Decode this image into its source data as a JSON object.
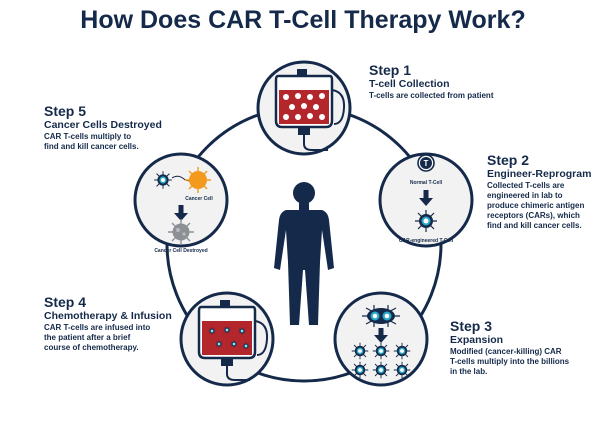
{
  "title": "How Does CAR T-Cell Therapy Work?",
  "steps": [
    {
      "label": "Step 1",
      "subtitle": "T-cell Collection",
      "description": "T-cells are collected from patient"
    },
    {
      "label": "Step 2",
      "subtitle": "Engineer-Reprogram",
      "description_lines": [
        "Collected T-cells are",
        "engineered in lab to",
        "produce chimeric antigen",
        "receptors (CARs), which",
        "find and kill cancer cells."
      ]
    },
    {
      "label": "Step 3",
      "subtitle": "Expansion",
      "description_lines": [
        "Modified (cancer-killing) CAR",
        "T-cells multiply into the billions",
        "in the lab."
      ]
    },
    {
      "label": "Step 4",
      "subtitle": "Chemotherapy & Infusion",
      "description_lines": [
        "CAR T-cells are infused into",
        "the patient after a brief",
        "course of chemotherapy."
      ]
    },
    {
      "label": "Step 5",
      "subtitle": "Cancer Cells Destroyed",
      "description_lines": [
        "CAR T-cells multiply to",
        "find and kill cancer cells."
      ]
    }
  ],
  "diagram_labels": {
    "normal_tcell": "Normal T-Cell",
    "car_tcell": "CAR-engineered T-Cell",
    "tcell_letter": "T",
    "cancer_cell": "Cancer Cell",
    "cancer_destroyed": "Cancer Cell Destroyed"
  },
  "colors": {
    "navy": "#152a4a",
    "blood": "#b3262b",
    "cyan": "#2aa7c9",
    "orange": "#f39a1e",
    "gray": "#8d9195",
    "circle_bg": "#f2f2f2"
  }
}
